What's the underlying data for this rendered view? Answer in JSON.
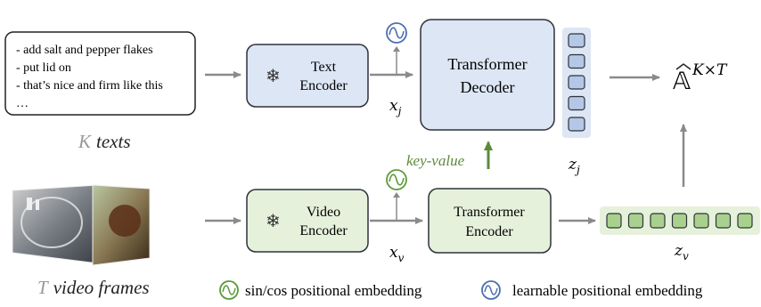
{
  "texts_box": {
    "lines": [
      "- add salt and pepper flakes",
      "- put lid on",
      "- that’s nice and firm like this",
      "…"
    ]
  },
  "labels": {
    "k_var": "K",
    "k_texts": "texts",
    "t_var": "T",
    "t_frames": "video frames",
    "key_value": "key-value",
    "xj_base": "x",
    "xj_sub": "j",
    "xv_base": "x",
    "xv_sub": "v",
    "zj_base": "z",
    "zj_sub": "j",
    "zv_base": "z",
    "zv_sub": "v",
    "output_symbol": "𝔸",
    "output_sup": "K×T"
  },
  "blocks": {
    "text_encoder": [
      "Text",
      "Encoder"
    ],
    "video_encoder": [
      "Video",
      "Encoder"
    ],
    "transformer_decoder": [
      "Transformer",
      "Decoder"
    ],
    "transformer_encoder": [
      "Transformer",
      "Encoder"
    ]
  },
  "legend": {
    "sincos": "sin/cos positional embedding",
    "learnable": "learnable positional embedding"
  },
  "colors": {
    "blue_fill": "#dde6f4",
    "blue_stroke": "#3a3f4a",
    "green_fill": "#e6f1dc",
    "green_square": "#a9d18e",
    "green_arrow": "#5b8a3a",
    "gray_arrow": "#8a8a8a",
    "token_blue": "#b4c7e7",
    "pos_blue": "#4a6fb0",
    "pos_green": "#5b9a3a"
  },
  "icons": {
    "encoder_frozen": "snowflake-icon",
    "sincos": "sine-wave-circle-icon",
    "learnable": "wave-circle-icon",
    "frames": "video-frames-thumbnail"
  }
}
